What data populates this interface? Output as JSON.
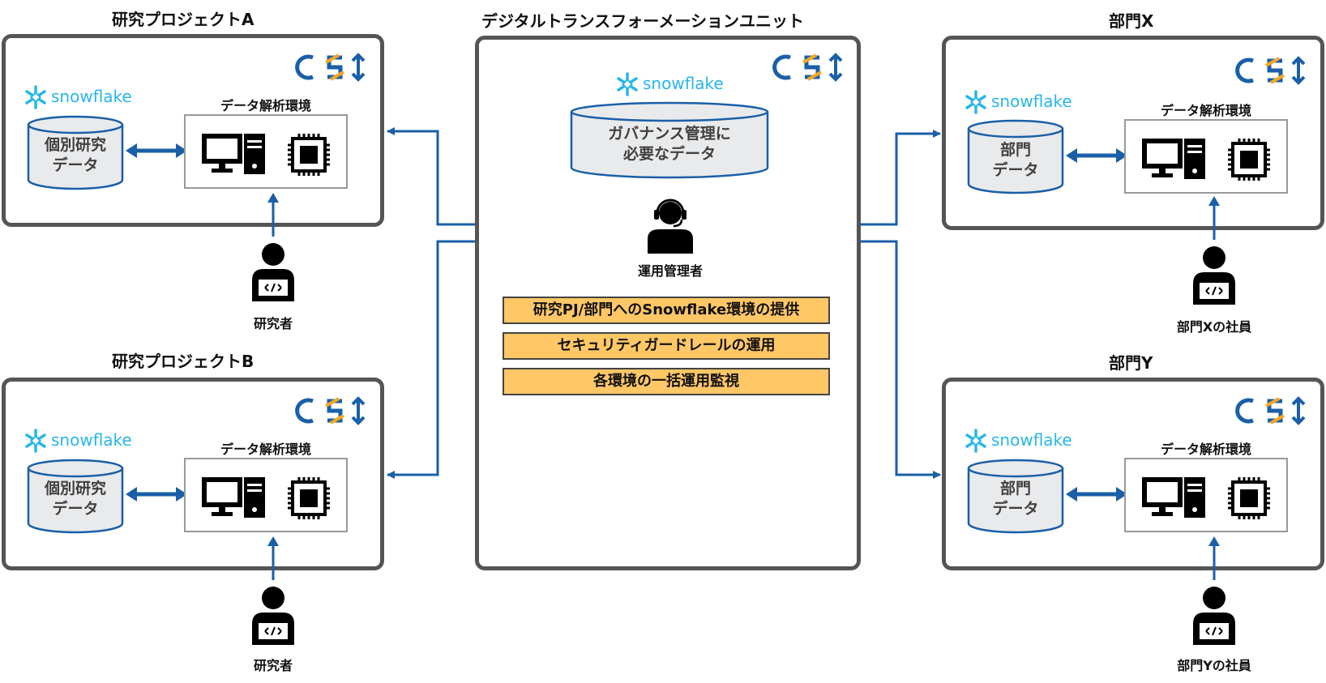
{
  "center": {
    "title": "デジタルトランスフォーメーションユニット",
    "snowflake_label": "snowflake",
    "governance_data": [
      "ガバナンス管理に",
      "必要なデータ"
    ],
    "admin_label": "運用管理者",
    "roles": [
      "研究PJ/部門へのSnowflake環境の提供",
      "セキュリティガードレールの運用",
      "各環境の一括運用監視"
    ]
  },
  "panels": [
    {
      "id": "project-a",
      "title": "研究プロジェクトA",
      "snowflake_label": "snowflake",
      "env_label": "データ解析環境",
      "data_lines": [
        "個別研究",
        "データ"
      ],
      "user_label": "研究者"
    },
    {
      "id": "project-b",
      "title": "研究プロジェクトB",
      "snowflake_label": "snowflake",
      "env_label": "データ解析環境",
      "data_lines": [
        "個別研究",
        "データ"
      ],
      "user_label": "研究者"
    },
    {
      "id": "dept-x",
      "title": "部門X",
      "snowflake_label": "snowflake",
      "env_label": "データ解析環境",
      "data_lines": [
        "部門",
        "データ"
      ],
      "user_label": "部門Xの社員"
    },
    {
      "id": "dept-y",
      "title": "部門Y",
      "snowflake_label": "snowflake",
      "env_label": "データ解析環境",
      "data_lines": [
        "部門",
        "データ"
      ],
      "user_label": "部門Yの社員"
    }
  ],
  "colors": {
    "arrow": "#1a5fa8",
    "role_fill": "#ffc766",
    "panel_border": "#555555",
    "cylinder_fill": "#e9eaec",
    "snowflake": "#29b5e8",
    "csi_blue": "#1a5fa8",
    "csi_orange": "#f5a623"
  },
  "icons": [
    "csi-logo",
    "snowflake-icon",
    "computer-icon",
    "cpu-chip-icon",
    "developer-icon",
    "headset-operator-icon",
    "double-arrow-icon"
  ]
}
